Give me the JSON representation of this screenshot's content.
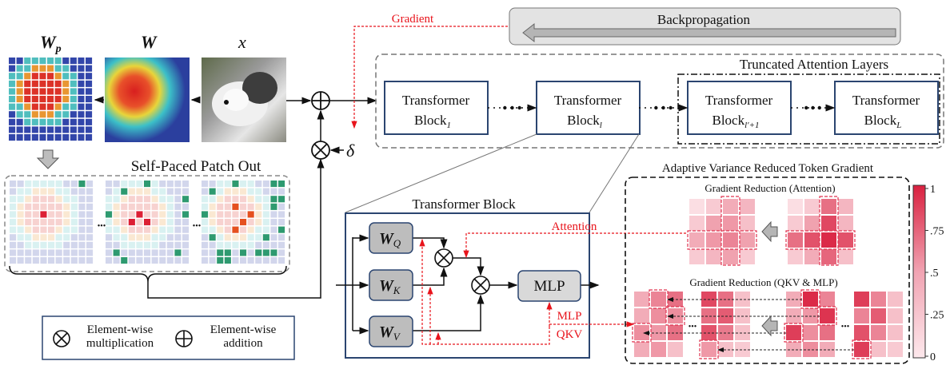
{
  "colors": {
    "gradient_red": "#e8141c",
    "block_border": "#2b4570",
    "weight_box_fill": "#bdbdbd",
    "mlp_fill": "#d9d9d9",
    "backprop_fill": "#e3e3e3",
    "colorbar_high": "#d9203f",
    "colorbar_low": "#fde8ec",
    "patch_mask_green": "#2e9a70"
  },
  "top": {
    "wp_label": "W",
    "wp_sub": "p",
    "w_label": "W",
    "x_label": "x",
    "delta_label": "δ",
    "gradient_label": "Gradient",
    "backprop_label": "Backpropagation",
    "patch_out_title": "Self-Paced Patch Out"
  },
  "pipeline": {
    "truncated_label": "Truncated Attention Layers",
    "blocks": [
      {
        "name": "Transformer",
        "block": "Block",
        "sub": "1"
      },
      {
        "name": "Transformer",
        "block": "Block",
        "sub": "l"
      },
      {
        "name": "Transformer",
        "block": "Block",
        "sub": "l′+1"
      },
      {
        "name": "Transformer",
        "block": "Block",
        "sub": "L"
      }
    ]
  },
  "transformer_block": {
    "title": "Transformer Block",
    "wq": "W",
    "wq_sub": "Q",
    "wk": "W",
    "wk_sub": "K",
    "wv": "W",
    "wv_sub": "V",
    "mlp": "MLP",
    "attention_label": "Attention",
    "mlp_label": "MLP",
    "qkv_label": "QKV"
  },
  "legend": {
    "mult_line1": "Element-wise",
    "mult_line2": "multiplication",
    "add_line1": "Element-wise",
    "add_line2": "addition"
  },
  "avrtg": {
    "title": "Adaptive Variance Reduced Token Gradient",
    "attn_title": "Gradient Reduction (Attention)",
    "qkv_title": "Gradient Reduction (QKV & MLP)",
    "ellipsis": "•••",
    "colorbar_ticks": [
      "1",
      ".75",
      ".5",
      ".25",
      "0"
    ],
    "attn_after": [
      [
        0.05,
        0.15,
        0.3,
        0.25
      ],
      [
        0.15,
        0.35,
        0.4,
        0.2
      ],
      [
        0.3,
        0.4,
        0.5,
        0.35
      ],
      [
        0.15,
        0.25,
        0.35,
        0.15
      ]
    ],
    "attn_before": [
      [
        0.05,
        0.15,
        0.6,
        0.25
      ],
      [
        0.15,
        0.35,
        0.8,
        0.25
      ],
      [
        0.6,
        0.75,
        0.95,
        0.75
      ],
      [
        0.15,
        0.3,
        0.65,
        0.2
      ]
    ],
    "qkv_grids": [
      [
        [
          0.3,
          0.5,
          0.6
        ],
        [
          0.3,
          0.45,
          0.45
        ],
        [
          0.45,
          0.4,
          0.6
        ],
        [
          0.3,
          0.4,
          0.2
        ]
      ],
      [
        [
          0.8,
          0.6,
          0.2
        ],
        [
          0.6,
          0.7,
          0.2
        ],
        [
          0.75,
          0.55,
          0.2
        ],
        [
          0.4,
          0.2,
          0.15
        ]
      ],
      [
        [
          0.3,
          0.95,
          0.5
        ],
        [
          0.3,
          0.4,
          0.9
        ],
        [
          0.85,
          0.45,
          0.6
        ],
        [
          0.3,
          0.45,
          0.3
        ]
      ],
      [
        [
          0.85,
          0.5,
          0.2
        ],
        [
          0.5,
          0.7,
          0.2
        ],
        [
          0.75,
          0.5,
          0.2
        ],
        [
          0.85,
          0.2,
          0.15
        ]
      ]
    ]
  }
}
